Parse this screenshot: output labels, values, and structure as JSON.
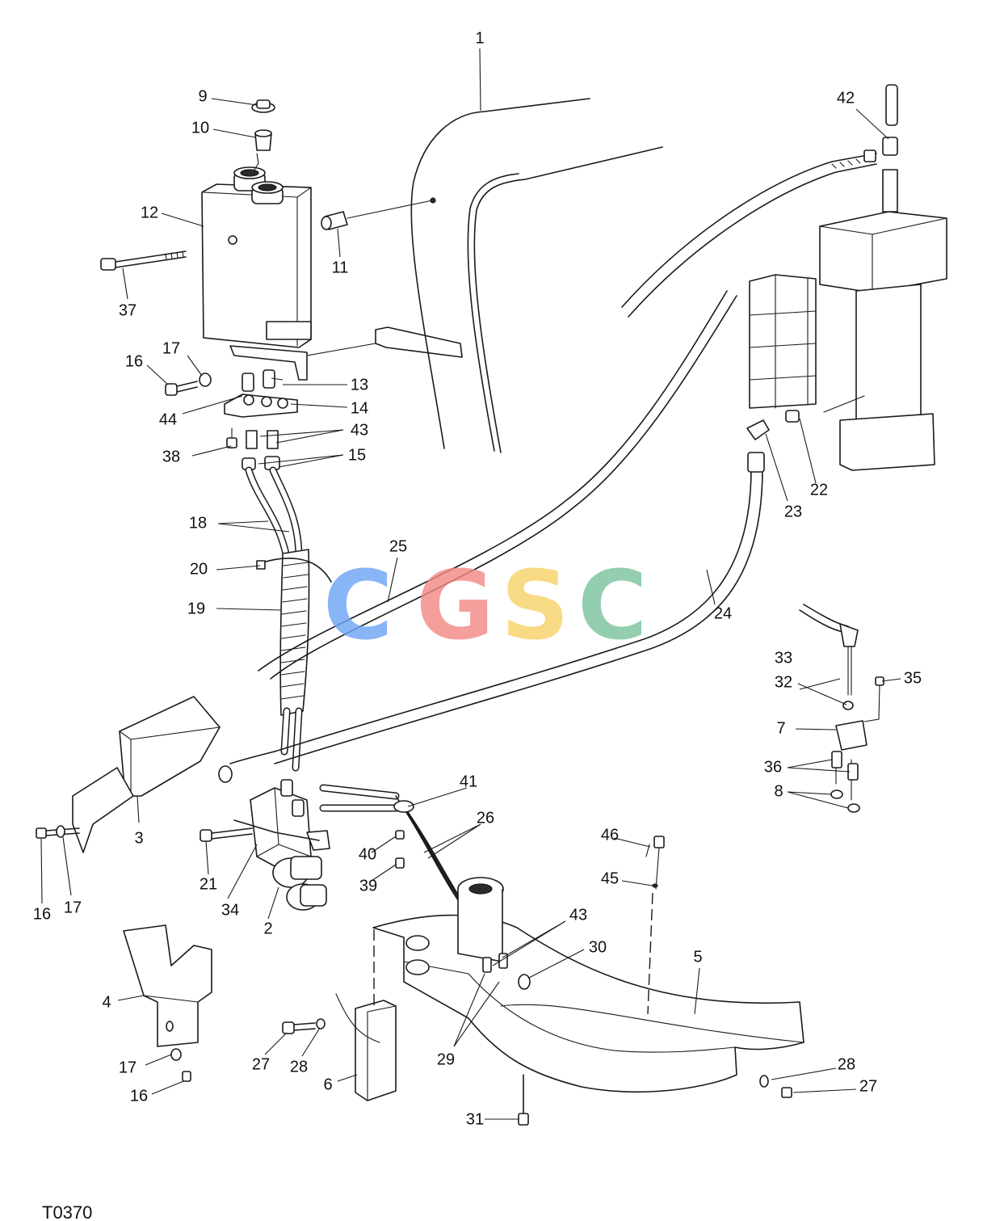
{
  "figure_code": "T0370",
  "watermark": {
    "letters": [
      "C",
      "G",
      "S",
      "C"
    ],
    "colors": [
      "#6ea6f5",
      "#f28a86",
      "#f7d36a",
      "#7cc4a0"
    ]
  },
  "callouts": [
    "1",
    "2",
    "3",
    "4",
    "5",
    "6",
    "7",
    "8",
    "9",
    "10",
    "11",
    "12",
    "13",
    "14",
    "15",
    "16",
    "17",
    "18",
    "19",
    "20",
    "21",
    "22",
    "23",
    "24",
    "25",
    "26",
    "27",
    "28",
    "29",
    "30",
    "31",
    "32",
    "33",
    "34",
    "35",
    "36",
    "37",
    "38",
    "39",
    "40",
    "41",
    "42",
    "43",
    "44",
    "45",
    "46"
  ]
}
